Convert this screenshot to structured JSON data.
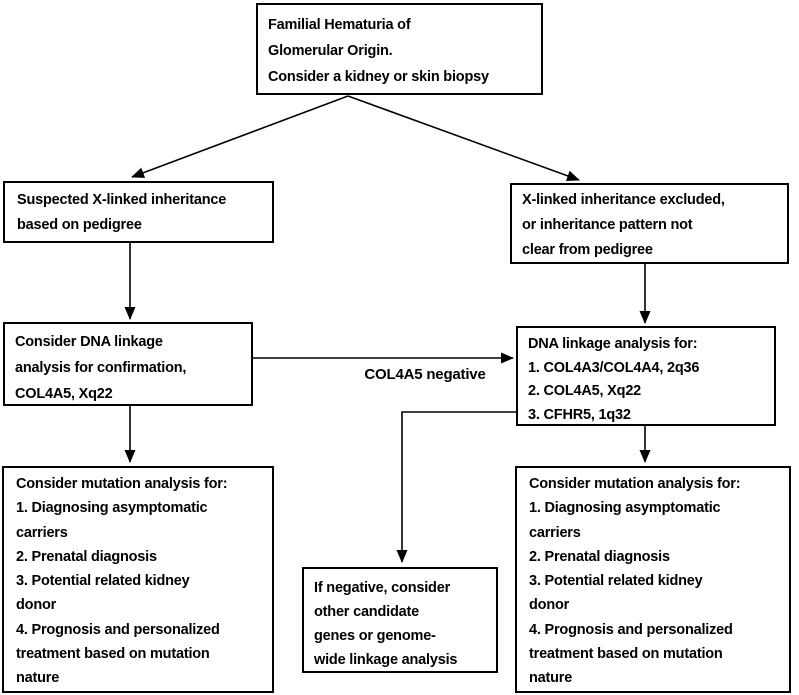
{
  "flowchart": {
    "colors": {
      "line": "#000000",
      "text": "#000000",
      "box_border": "#000000",
      "box_background": "#ffffff",
      "page_background": "#ffffff"
    },
    "nodes": {
      "root": "Familial Hematuria of\nGlomerular Origin.\nConsider a kidney or skin biopsy",
      "suspected_x_linked": "Suspected X-linked inheritance\nbased on pedigree",
      "x_linked_excluded": "X-linked inheritance excluded,\nor inheritance pattern not\nclear from pedigree",
      "linkage_confirmation": "Consider DNA linkage\nanalysis for confirmation,\nCOL4A5, Xq22",
      "linkage_analysis": "DNA linkage analysis for:\n1. COL4A3/COL4A4, 2q36\n2. COL4A5, Xq22\n3. CFHR5, 1q32",
      "mutation_analysis_left": "Consider mutation analysis for:\n1. Diagnosing asymptomatic\ncarriers\n2. Prenatal diagnosis\n3. Potential related kidney\ndonor\n4. Prognosis and personalized\ntreatment based on mutation\nnature",
      "if_negative": "If negative, consider\nother candidate\ngenes or genome-\nwide linkage analysis",
      "mutation_analysis_right": "Consider mutation analysis for:\n1. Diagnosing asymptomatic\ncarriers\n2. Prenatal diagnosis\n3. Potential related kidney\ndonor\n4. Prognosis and personalized\ntreatment based on mutation\nnature"
    },
    "edge_labels": {
      "col4a5_negative": "COL4A5 negative"
    }
  }
}
